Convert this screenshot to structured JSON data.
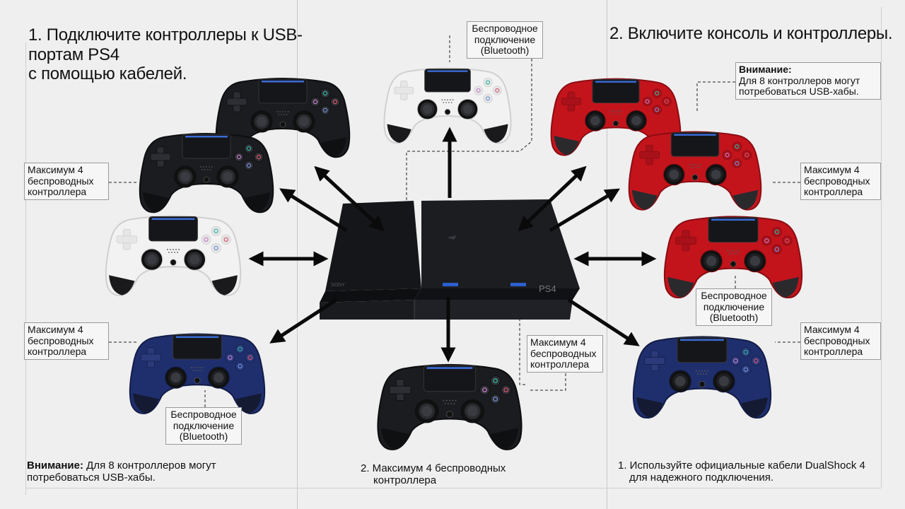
{
  "headings": {
    "left_title": [
      "1. Подключите контроллеры к USB-",
      "портам PS4",
      "с помощью кабелей."
    ],
    "right_title": "2. Включите консоль и контроллеры."
  },
  "callouts": {
    "max4_left_top": [
      "Максимум 4",
      "беспроводных",
      "контроллера"
    ],
    "max4_left_bottom": [
      "Максимум 4",
      "беспроводных",
      "контроллера"
    ],
    "max4_center": [
      "Максимум 4",
      "беспроводных",
      "контроллера"
    ],
    "max4_right_top": [
      "Максимум 4",
      "беспроводных",
      "контроллера"
    ],
    "max4_right_bottom": [
      "Максимум 4",
      "беспроводных",
      "контроллера"
    ],
    "bt_top": [
      "Беспроводное",
      "подключение",
      "(Bluetooth)"
    ],
    "bt_left": [
      "Беспроводное",
      "подключение",
      "(Bluetooth)"
    ],
    "bt_right": [
      "Беспроводное",
      "подключение",
      "(Bluetooth)"
    ],
    "warning_right": {
      "label": "Внимание:",
      "lines": [
        "Для 8 контроллеров могут",
        "потребоваться USB-хабы."
      ]
    }
  },
  "footer": {
    "left_label": "Внимание:",
    "left_line1": " Для 8 контроллеров могут",
    "left_line2": "потребоваться USB-хабы.",
    "center": [
      "2. Максимум 4 беспроводных",
      "контроллера"
    ],
    "right": [
      "1. Используйте официальные кабели DualShock 4",
      "для надежного подключения."
    ]
  },
  "console": {
    "brand": "SONY",
    "model": "PS4"
  },
  "colors": {
    "background": "#efefef",
    "black": "#1b1c1f",
    "white": "#f2f2f2",
    "red": "#c3141c",
    "blue": "#1f2f6e",
    "arrow": "#0a0a0a"
  },
  "controllers": [
    {
      "id": "left-1",
      "color": "black"
    },
    {
      "id": "left-2",
      "color": "black"
    },
    {
      "id": "left-3",
      "color": "white"
    },
    {
      "id": "left-4",
      "color": "blue"
    },
    {
      "id": "top-center",
      "color": "white"
    },
    {
      "id": "bottom-center",
      "color": "black"
    },
    {
      "id": "right-1",
      "color": "red"
    },
    {
      "id": "right-2",
      "color": "red"
    },
    {
      "id": "right-3",
      "color": "red"
    },
    {
      "id": "right-4",
      "color": "blue"
    }
  ]
}
